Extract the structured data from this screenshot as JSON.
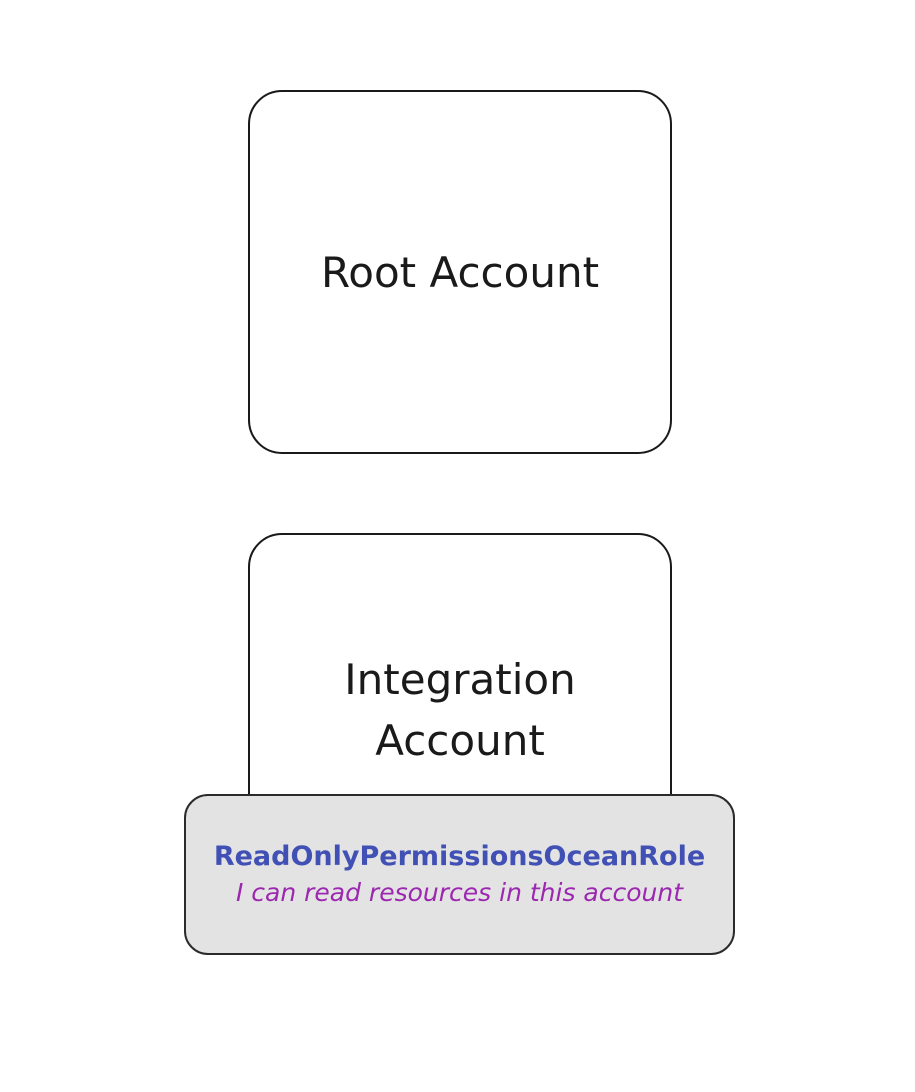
{
  "diagram": {
    "background_color": "#ffffff",
    "nodes": [
      {
        "id": "root-account",
        "label": "Root Account",
        "shape": "rounded-rectangle",
        "fill": "#ffffff",
        "stroke": "#1a1a1a"
      },
      {
        "id": "integration-account",
        "label": "Integration\nAccount",
        "shape": "rounded-rectangle",
        "fill": "#ffffff",
        "stroke": "#1a1a1a"
      },
      {
        "id": "readonly-role",
        "name": "ReadOnlyPermissionsOceanRole",
        "description": "I can read resources in this account",
        "shape": "rounded-rectangle",
        "fill": "#e3e3e3",
        "stroke": "#2b2b2b",
        "name_color": "#4050b5",
        "description_color": "#9c27b0"
      }
    ]
  }
}
